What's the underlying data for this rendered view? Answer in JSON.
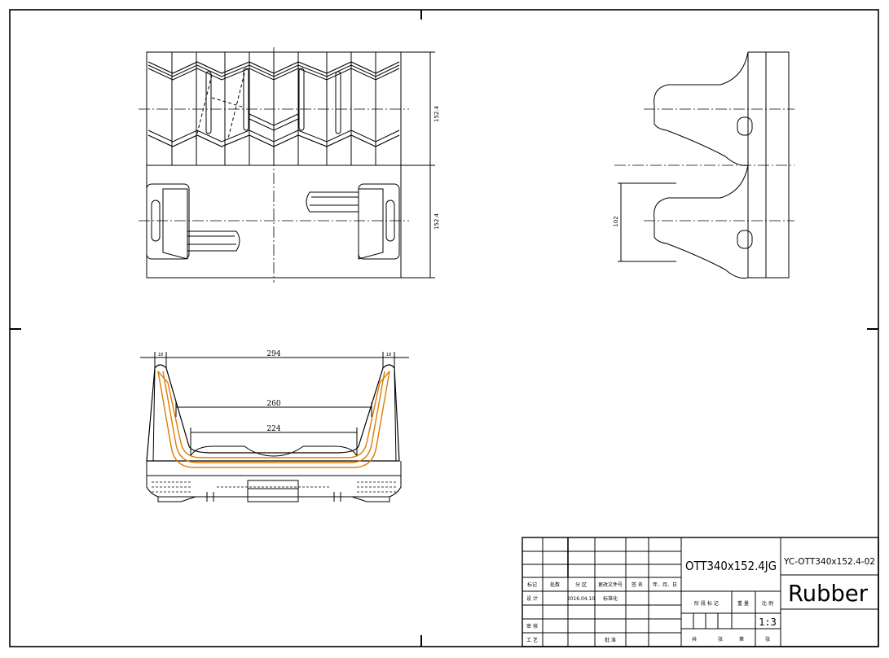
{
  "drawing": {
    "colors": {
      "line": "#000000",
      "highlight": "#e07b00",
      "background": "#ffffff"
    },
    "dimensions": {
      "width_overall": "294",
      "width_inner": "260",
      "width_base": "224",
      "left_lip": "18",
      "right_lip": "18",
      "pitch_top": "152.4",
      "pitch_bottom": "152.4",
      "side_height": "102"
    }
  },
  "title_block": {
    "part_name": "OTT340x152.4JG",
    "drawing_number": "YC-OTT340x152.4-02",
    "material": "Rubber",
    "scale": "1:3",
    "date": "2016.04.10",
    "labels": {
      "mark": "标记",
      "count": "处数",
      "zone": "分 区",
      "change_doc": "更改文件号",
      "signature": "签 名",
      "ymd": "年、月、日",
      "design": "设 计",
      "standardize": "标准化",
      "stage_mark": "阶 段 标 记",
      "weight": "重 量",
      "ratio": "比 例",
      "review": "审 核",
      "process": "工 艺",
      "approve": "批 准",
      "total": "共",
      "sheets_total": "张",
      "page": "第",
      "sheets_page": "张"
    }
  }
}
